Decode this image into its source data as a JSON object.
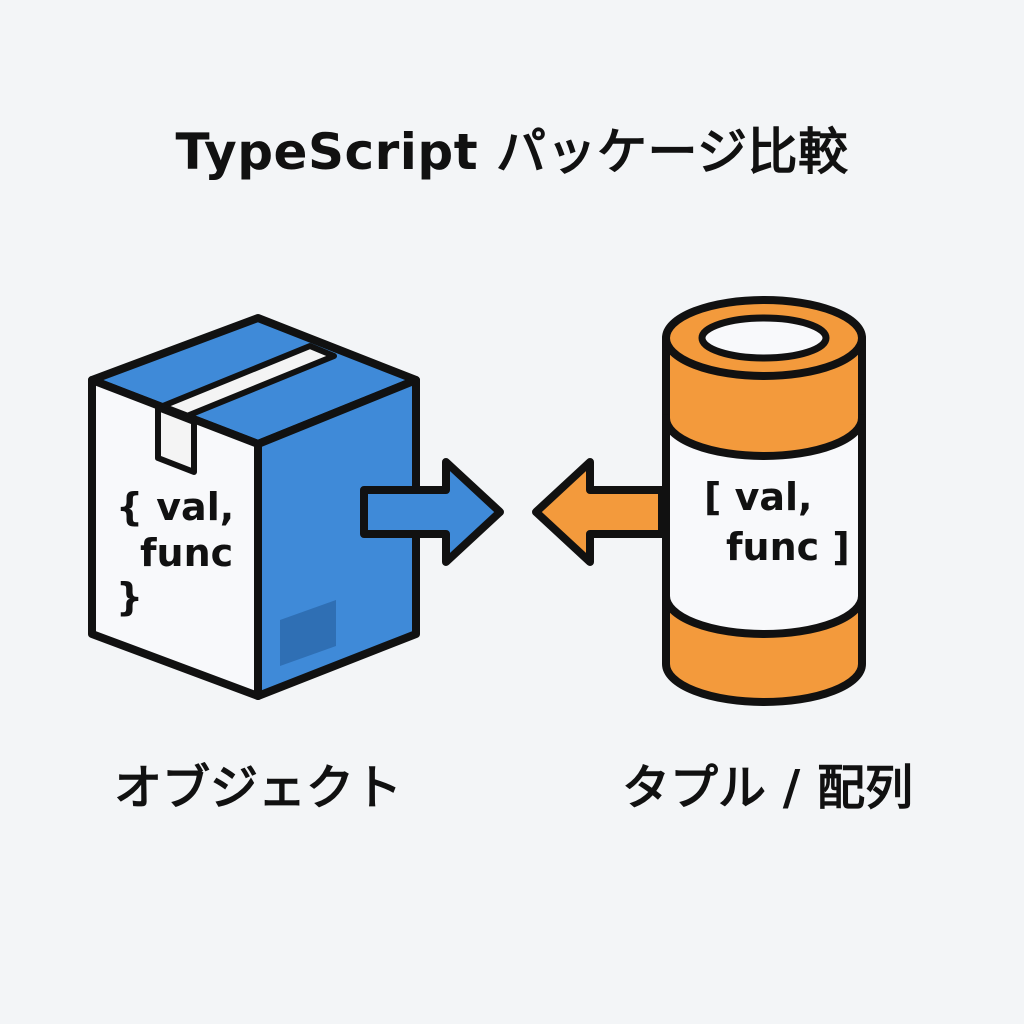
{
  "title": "TypeScript パッケージ比較",
  "object": {
    "label": "オブジェクト",
    "code": {
      "line1": "{ val,",
      "line2": "func",
      "line3": "}"
    },
    "color": "#3f8ad8"
  },
  "tuple": {
    "label": "タプル / 配列",
    "code": {
      "line1": "[ val,",
      "line2": "func ]"
    },
    "color": "#f39a3c"
  },
  "arrows": {
    "right_color": "#3f8ad8",
    "left_color": "#f39a3c"
  }
}
